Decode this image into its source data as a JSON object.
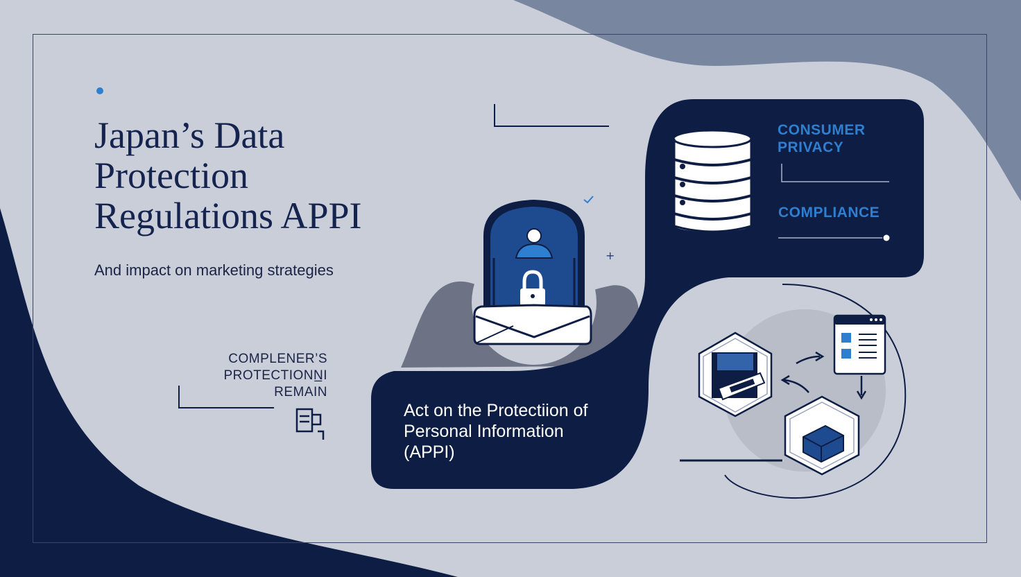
{
  "title": {
    "line1": "Japan’s Data",
    "line2": "Protection",
    "line3": "Regulations APPI"
  },
  "subtitle": "And impact on marketing strategies",
  "side_note": {
    "line1": "COMPLENER’S",
    "line2": "PROTECTIONN̲I",
    "line3": "REMAIN"
  },
  "act_box": {
    "line1": "Act on the Protectiion of",
    "line2": "Personal Information",
    "line3": "(APPI)"
  },
  "labels": {
    "consumer_line1": "CONSUMER",
    "consumer_line2": "PRIVACY",
    "compliance": "COMPLIANCE"
  },
  "icons": [
    "database-icon",
    "lock-icon",
    "person-icon",
    "envelope-icon",
    "document-icon",
    "package-icon",
    "server-box-icon",
    "browser-window-icon",
    "arrow-icon"
  ],
  "colors": {
    "navy": "#0e1d44",
    "light_bg": "#c9ced9",
    "slate": "#7886a0",
    "accent_blue": "#2f7fd1",
    "shield_blue": "#1e4b8f"
  }
}
